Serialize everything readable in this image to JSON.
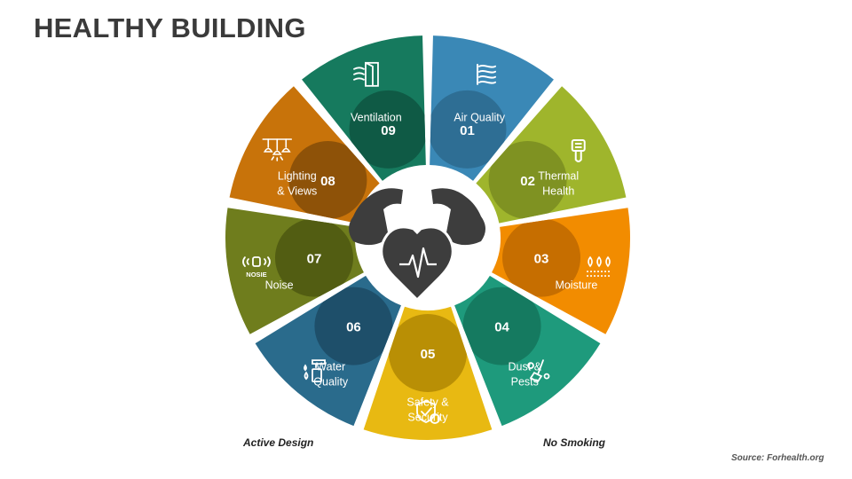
{
  "title": "HEALTHY BUILDING",
  "segments": [
    {
      "number": "01",
      "lines": [
        "Air Quality"
      ],
      "color": "#3a88b6",
      "dark": "#2e6e94",
      "icon": "air-quality-icon"
    },
    {
      "number": "02",
      "lines": [
        "Thermal",
        "Health"
      ],
      "color": "#9fb52c",
      "dark": "#7f9222",
      "icon": "thermometer-icon"
    },
    {
      "number": "03",
      "lines": [
        "Moisture"
      ],
      "color": "#f28c00",
      "dark": "#c66e00",
      "icon": "moisture-icon"
    },
    {
      "number": "04",
      "lines": [
        "Dust &",
        "Pests"
      ],
      "color": "#1e9a7c",
      "dark": "#157a60",
      "icon": "dust-pests-icon"
    },
    {
      "number": "05",
      "lines": [
        "Safety &",
        "Security"
      ],
      "color": "#e8b912",
      "dark": "#b98f05",
      "icon": "shield-icon"
    },
    {
      "number": "06",
      "lines": [
        "Water",
        "Quality"
      ],
      "color": "#2a6b8c",
      "dark": "#1e4f6a",
      "icon": "water-quality-icon"
    },
    {
      "number": "07",
      "lines": [
        "Noise"
      ],
      "color": "#6f7d1d",
      "dark": "#525d12",
      "icon": "noise-icon"
    },
    {
      "number": "08",
      "lines": [
        "Lighting",
        "& Views"
      ],
      "color": "#c8730a",
      "dark": "#8e5208",
      "icon": "lighting-icon"
    },
    {
      "number": "09",
      "lines": [
        "Ventilation"
      ],
      "color": "#167a5e",
      "dark": "#0f5a45",
      "icon": "ventilation-icon"
    }
  ],
  "noise_icon_text": "NOSIE",
  "captions": {
    "left": "Active Design",
    "right": "No Smoking"
  },
  "source": "Source: Forhealth.org"
}
